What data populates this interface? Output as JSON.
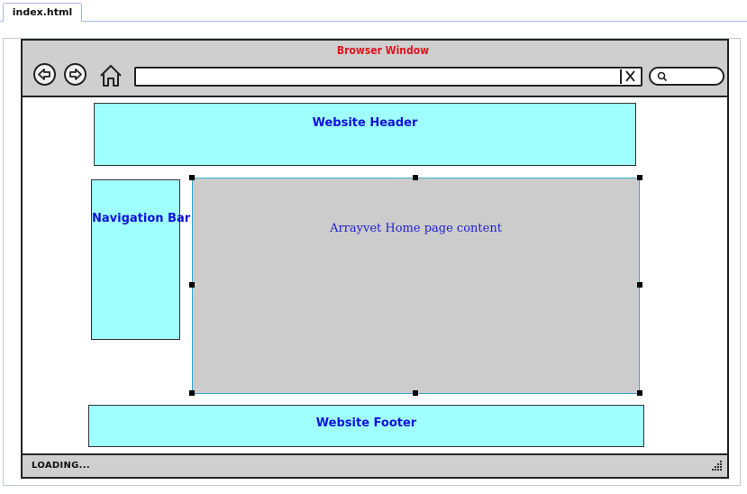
{
  "editor": {
    "tab_label": "index.html"
  },
  "browser": {
    "title": "Browser Window",
    "address_value": "",
    "status_text": "LOADING..."
  },
  "layout_boxes": {
    "header_label": "Website Header",
    "nav_label": "Navigation Bar",
    "main_label": "Arrayvet Home page content",
    "footer_label": "Website Footer"
  },
  "icons": {
    "back": "back-arrow-icon",
    "forward": "forward-arrow-icon",
    "home": "home-icon",
    "clear": "close-icon",
    "search": "search-icon",
    "resize": "resize-grip-icon"
  },
  "colors": {
    "title_red": "#e0141e",
    "box_cyan": "#9ffefe",
    "label_blue": "#1010e0",
    "content_gray": "#cccccc",
    "chrome_gray": "#cfcfcf"
  }
}
